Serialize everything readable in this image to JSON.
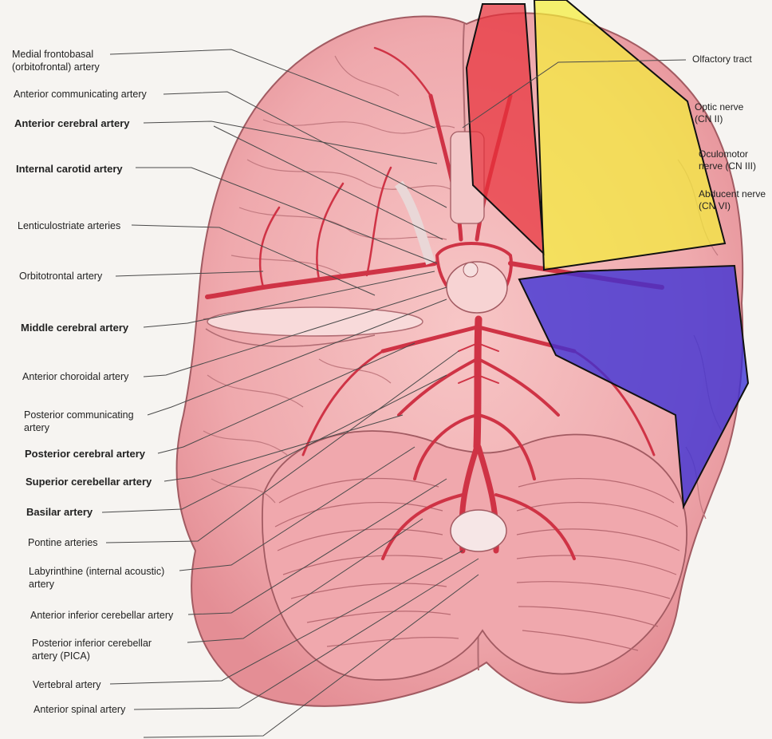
{
  "left_labels": [
    {
      "key": "medial_frontobasal",
      "lines": [
        "Medial frontobasal",
        "(orbitofrontal) artery"
      ],
      "bold": false
    },
    {
      "key": "ant_communicating",
      "lines": [
        "Anterior communicating artery"
      ],
      "bold": false
    },
    {
      "key": "ant_cerebral",
      "lines": [
        "Anterior cerebral artery"
      ],
      "bold": true
    },
    {
      "key": "int_carotid",
      "lines": [
        "Internal carotid artery"
      ],
      "bold": true
    },
    {
      "key": "lenticulostriate",
      "lines": [
        "Lenticulostriate arteries"
      ],
      "bold": false
    },
    {
      "key": "orbitofrontal",
      "lines": [
        "Orbitotrontal artery"
      ],
      "bold": false
    },
    {
      "key": "middle_cerebral",
      "lines": [
        "Middle cerebral artery"
      ],
      "bold": true
    },
    {
      "key": "ant_choroidal",
      "lines": [
        "Anterior choroidal artery"
      ],
      "bold": false
    },
    {
      "key": "post_communicating",
      "lines": [
        "Posterior communicating",
        "artery"
      ],
      "bold": false
    },
    {
      "key": "post_cerebral",
      "lines": [
        "Posterior cerebral artery"
      ],
      "bold": true
    },
    {
      "key": "sup_cerebellar",
      "lines": [
        "Superior cerebellar artery"
      ],
      "bold": true
    },
    {
      "key": "basilar",
      "lines": [
        "Basilar artery"
      ],
      "bold": true
    },
    {
      "key": "pontine",
      "lines": [
        "Pontine arteries"
      ],
      "bold": false
    },
    {
      "key": "labyrinthine",
      "lines": [
        "Labyrinthine (internal acoustic)",
        "artery"
      ],
      "bold": false
    },
    {
      "key": "aica",
      "lines": [
        "Anterior inferior cerebellar artery"
      ],
      "bold": false
    },
    {
      "key": "pica",
      "lines": [
        "Posterior inferior cerebellar",
        "artery (PICA)"
      ],
      "bold": false
    },
    {
      "key": "vertebral",
      "lines": [
        "Vertebral artery"
      ],
      "bold": false
    },
    {
      "key": "ant_spinal",
      "lines": [
        "Anterior spinal artery"
      ],
      "bold": false
    }
  ],
  "right_labels": [
    {
      "key": "olfactory",
      "lines": [
        "Olfactory tract"
      ]
    },
    {
      "key": "optic",
      "lines": [
        "Optic nerve",
        "(CN II)"
      ]
    },
    {
      "key": "oculomotor",
      "lines": [
        "Oculomotor",
        "nerve (CN III)"
      ]
    },
    {
      "key": "abducent",
      "lines": [
        "Abducent nerve",
        "(CN VI)"
      ]
    }
  ],
  "overlays": [
    {
      "name": "red-region-overlay",
      "color": "#e8303a"
    },
    {
      "name": "yellow-region-overlay",
      "color": "#f4ee3a"
    },
    {
      "name": "blue-region-overlay",
      "color": "#3a2fd6"
    }
  ],
  "colors": {
    "brain": "#f2b3b5",
    "brain_shadow": "#e58f95",
    "artery": "#cf3345",
    "line": "#4a4a4a"
  }
}
